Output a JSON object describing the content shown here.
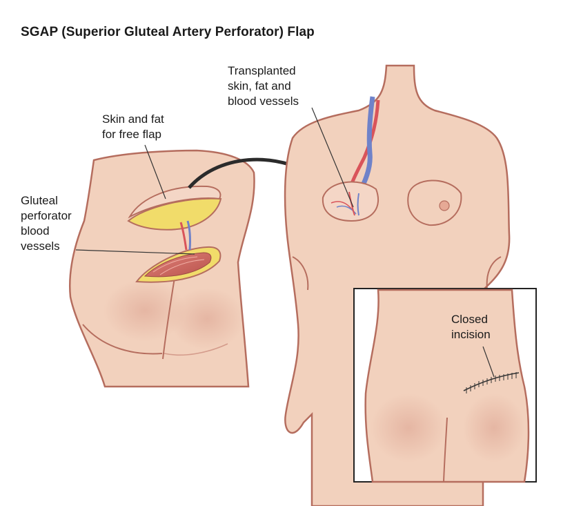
{
  "title": "SGAP (Superior Gluteal Artery Perforator) Flap",
  "labels": {
    "skin_fat_flap": [
      "Skin and fat",
      "for  free flap"
    ],
    "gluteal_vessels": [
      "Gluteal",
      "perforator",
      "blood",
      "vessels"
    ],
    "transplanted": [
      "Transplanted",
      "skin, fat and",
      "blood vessels"
    ],
    "closed_incision": [
      "Closed",
      "incision"
    ]
  },
  "colors": {
    "skin": "#f2d1bd",
    "skin_shadow": "#e3ad99",
    "outline": "#b56d5e",
    "fat": "#f1dc6a",
    "muscle": "#cf6a62",
    "artery": "#d9545a",
    "vein": "#6f82c9",
    "leader": "#333333"
  }
}
